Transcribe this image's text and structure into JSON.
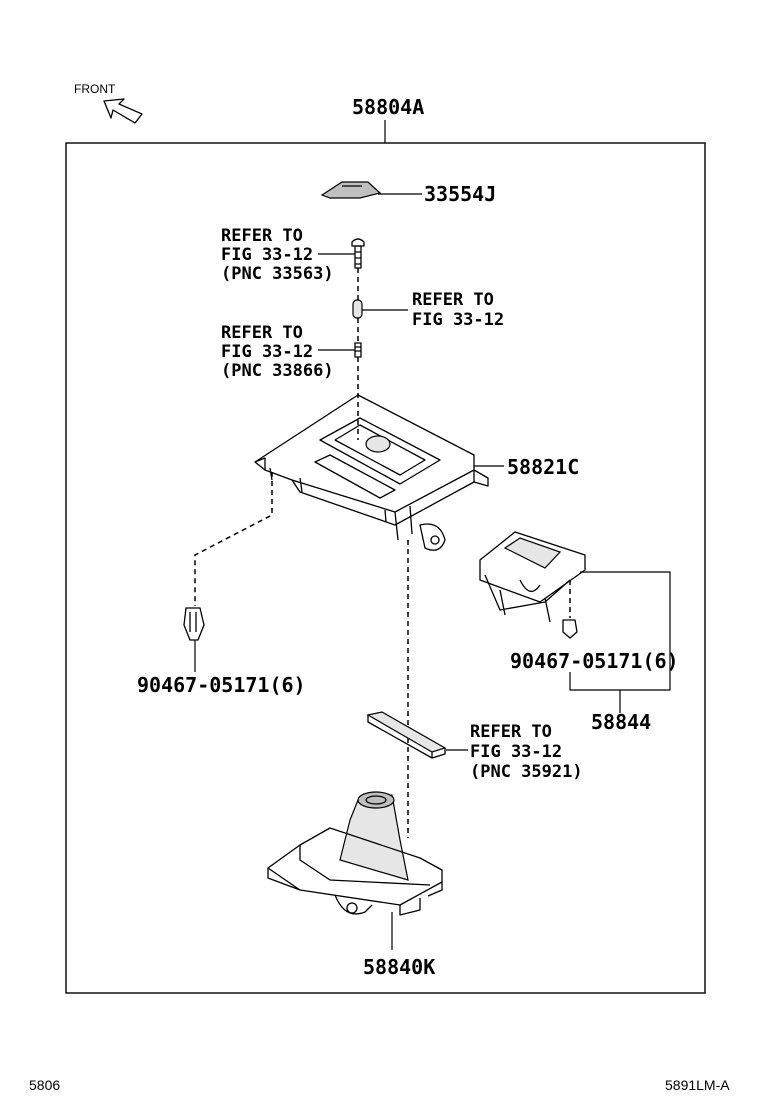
{
  "front_label": "FRONT",
  "assembly_label": "58804A",
  "parts": {
    "p33554J": "33554J",
    "p58821C": "58821C",
    "p58844": "58844",
    "p58840K": "58840K",
    "clip_left": "90467-05171(6)",
    "clip_right": "90467-05171(6)"
  },
  "refer_bolt": {
    "l1": "REFER TO",
    "l2": "FIG 33-12",
    "l3": "(PNC 33563)"
  },
  "refer_bulb": {
    "l1": "REFER TO",
    "l2": "FIG 33-12"
  },
  "refer_socket": {
    "l1": "REFER TO",
    "l2": "FIG 33-12",
    "l3": "(PNC 33866)"
  },
  "refer_plate": {
    "l1": "REFER TO",
    "l2": "FIG 33-12",
    "l3": "(PNC 35921)"
  },
  "footer": {
    "left": "5806",
    "right": "5891LM-A"
  }
}
